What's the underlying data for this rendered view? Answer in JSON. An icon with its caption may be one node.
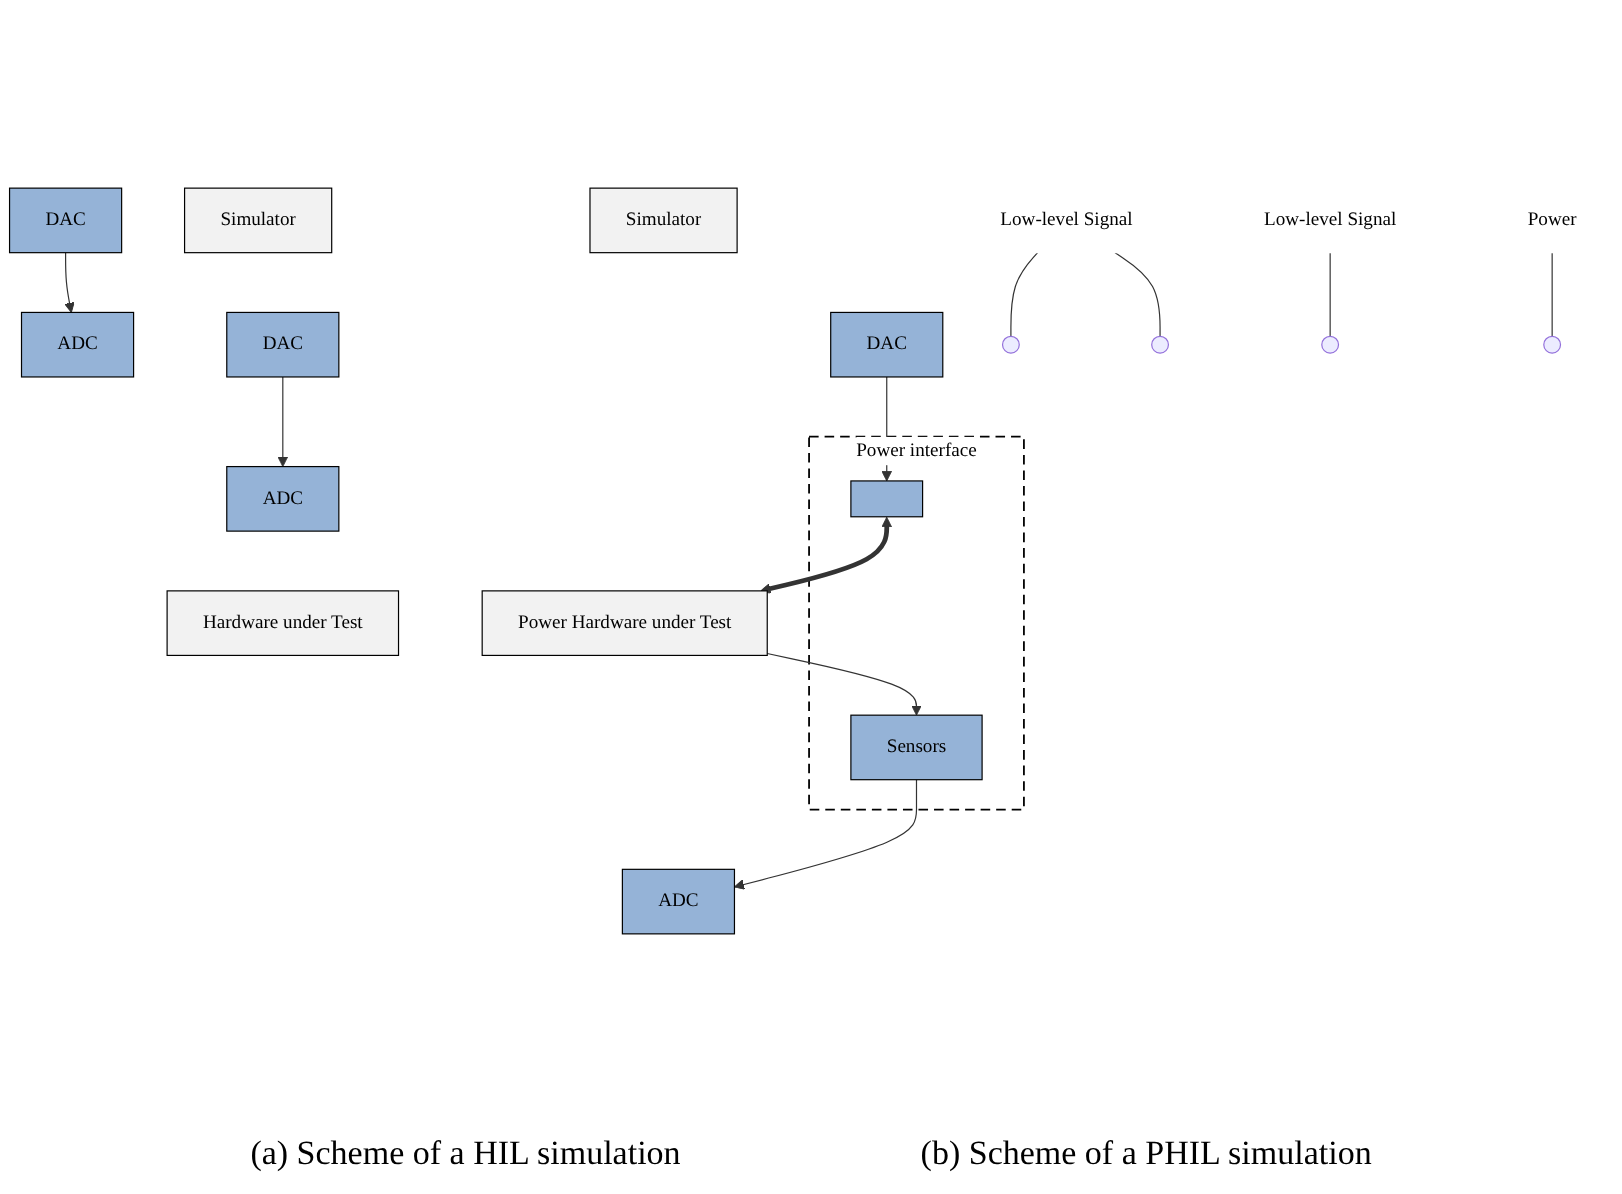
{
  "diagram": {
    "nodes": [
      {
        "text": [
          "Simulator"
        ]
      },
      {
        "text": [
          "DAC"
        ]
      },
      {
        "text": [
          "ADC"
        ]
      },
      {
        "text": [
          "Hardware under Test"
        ]
      },
      {
        "text": [
          "ADC"
        ]
      },
      {
        "text": [
          "DAC"
        ]
      },
      {
        "text": [
          "Low-level Signal"
        ]
      },
      {
        "text": [
          "Simulator"
        ]
      },
      {
        "text": [
          "DAC"
        ]
      },
      {
        "text": [
          "ADC"
        ]
      },
      {
        "text": [
          "Power interface"
        ]
      },
      {
        "text": [],
        "shape": "box",
        "in": 10
      },
      {
        "text": [
          "Sensors"
        ],
        "in": 10
      },
      {
        "text": [
          "Power Hardware under Test"
        ]
      },
      {
        "text": [
          "Low-level Signal"
        ]
      },
      {
        "text": [
          "Power"
        ]
      }
    ],
    "edges": [
      {
        "from": 1,
        "to": 4,
        "arrow": "to"
      },
      {
        "from": 5,
        "to": 2,
        "arrow": "to"
      },
      {
        "from": 6,
        "to": null,
        "arrow": "none"
      },
      {
        "from": 6,
        "to": null,
        "arrow": "none"
      },
      {
        "from": 8,
        "to": 11,
        "arrow": "to"
      },
      {
        "from": 12,
        "to": 9,
        "arrow": "to"
      },
      {
        "from": 11,
        "to": 13,
        "arrow": "both",
        "style": "thick"
      },
      {
        "from": 13,
        "to": 12,
        "arrow": "to"
      },
      {
        "from": 14,
        "to": null,
        "arrow": "none"
      },
      {
        "from": 15,
        "to": null,
        "arrow": "none"
      }
    ],
    "labels": [
      "(a) Scheme of a HIL simulation",
      "(b) Scheme of a PHIL simulation"
    ]
  }
}
